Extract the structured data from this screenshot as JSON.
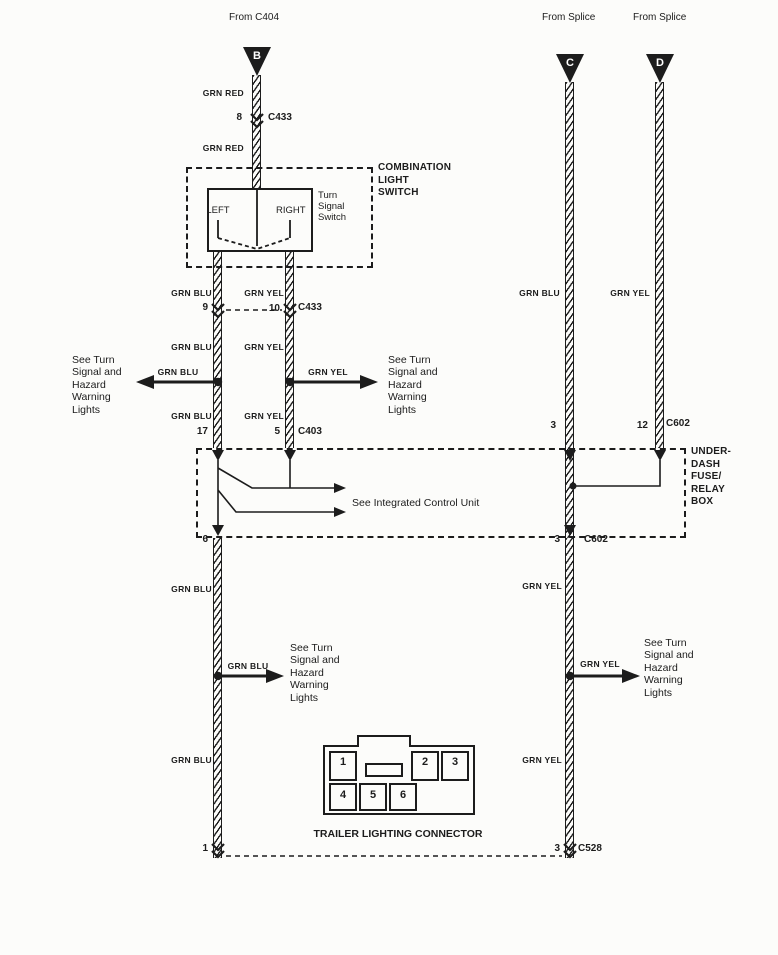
{
  "sources": {
    "b": "From C404",
    "c": "From Splice",
    "d": "From Splice"
  },
  "terminals": {
    "b": "B",
    "c": "C",
    "d": "D"
  },
  "wire_colors": {
    "grn_red": "GRN RED",
    "grn_blu": "GRN BLU",
    "grn_yel": "GRN YEL"
  },
  "connectors": {
    "c433_top": {
      "pin": "8",
      "name": "C433"
    },
    "c433_mid": {
      "pin_left": "9",
      "pin_right": "10",
      "name": "C433"
    },
    "c403": {
      "pin_left": "17",
      "pin_right": "5",
      "name": "C403"
    },
    "c602_top": {
      "pin_left": "3",
      "pin_right": "12",
      "name": "C602"
    },
    "c602_bottom": {
      "pin_left": "6",
      "pin_right": "3",
      "name": "C602"
    },
    "c528": {
      "pin_left": "1",
      "pin_right": "3",
      "name": "C528"
    }
  },
  "combination_switch": {
    "label": "COMBINATION\nLIGHT\nSWITCH",
    "inner_label": "Turn\nSignal\nSwitch",
    "left_contact": "LEFT",
    "right_contact": "RIGHT"
  },
  "fuse_box": {
    "label": "UNDER-\nDASH\nFUSE/\nRELAY\nBOX"
  },
  "refs": {
    "turn_hazard": "See Turn\nSignal and\nHazard\nWarning\nLights",
    "integrated_control": "See Integrated Control Unit"
  },
  "trailer": {
    "label": "TRAILER LIGHTING CONNECTOR",
    "pins": [
      "1",
      "2",
      "3",
      "4",
      "5",
      "6"
    ]
  }
}
